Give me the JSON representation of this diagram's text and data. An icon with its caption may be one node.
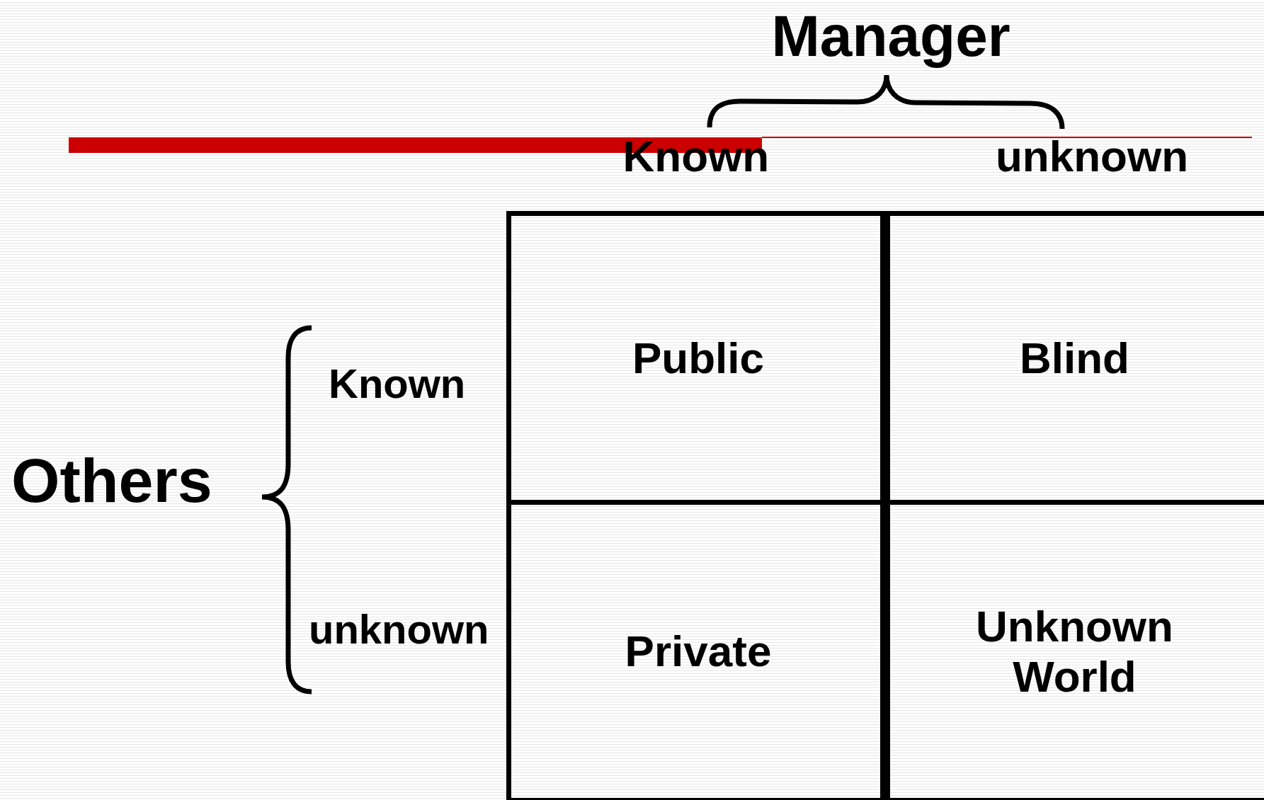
{
  "diagram": {
    "nodes": [
      {
        "text": [
          "Public"
        ]
      },
      {
        "text": [
          "Blind"
        ]
      },
      {
        "text": [
          "Private"
        ]
      },
      {
        "text": [
          "Unknown World"
        ]
      }
    ],
    "edges": [],
    "labels": [
      "Manager",
      "Known",
      "unknown",
      "Others",
      "Known",
      "unknown"
    ]
  }
}
